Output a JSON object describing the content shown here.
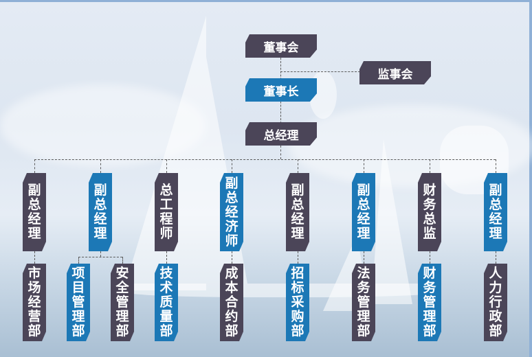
{
  "colors": {
    "dark": "#4b4558",
    "blue": "#1c78b6",
    "connector": "#5a5a5a"
  },
  "top": {
    "board": "董事会",
    "supervisors": "监事会",
    "chairman": "董事长",
    "general_manager": "总经理"
  },
  "level2": [
    {
      "label": "副总经理",
      "color": "dark"
    },
    {
      "label": "副总经理",
      "color": "blue"
    },
    {
      "label": "总工程师",
      "color": "dark"
    },
    {
      "label": "副总经济师",
      "color": "blue"
    },
    {
      "label": "副总经理",
      "color": "dark"
    },
    {
      "label": "副总经理",
      "color": "blue"
    },
    {
      "label": "财务总监",
      "color": "dark"
    },
    {
      "label": "副总经理",
      "color": "blue"
    }
  ],
  "level3": [
    {
      "label": "市场经营部",
      "color": "dark"
    },
    {
      "label": "项目管理部",
      "color": "blue"
    },
    {
      "label": "安全管理部",
      "color": "dark"
    },
    {
      "label": "技术质量部",
      "color": "blue"
    },
    {
      "label": "成本合约部",
      "color": "dark"
    },
    {
      "label": "招标采购部",
      "color": "blue"
    },
    {
      "label": "法务管理部",
      "color": "dark"
    },
    {
      "label": "财务管理部",
      "color": "blue"
    },
    {
      "label": "人力行政部",
      "color": "dark"
    }
  ]
}
